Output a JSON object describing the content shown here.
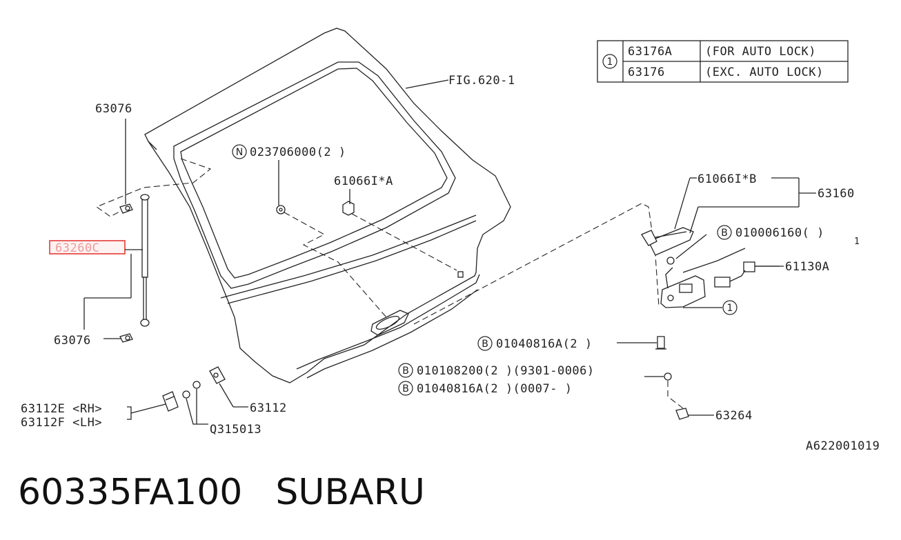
{
  "legend_table": {
    "ref_marker": "1",
    "rows": [
      {
        "part": "63176A",
        "desc": "(FOR AUTO LOCK)"
      },
      {
        "part": "63176",
        "desc": "(EXC. AUTO LOCK)"
      }
    ]
  },
  "labels": {
    "fig_ref": "FIG.620-1",
    "strut_top_fastener": "63076",
    "strut_highlight": "63260C",
    "strut_bottom_fastener": "63076",
    "nut_callout": {
      "marker": "N",
      "text": "023706000(2 )"
    },
    "clip_a": "61066I*A",
    "clip_b": "61066I*B",
    "handle_assy": "63160",
    "bolt_callout_1": {
      "marker": "B",
      "text": "010006160(    )",
      "suffix": "1"
    },
    "harness": "61130A",
    "latch_ref": "1",
    "bolt_callout_2": {
      "marker": "B",
      "text": "01040816A(2 )"
    },
    "bolt_callout_3": {
      "marker": "B",
      "text": "010108200(2 )(9301-0006)"
    },
    "bolt_callout_4": {
      "marker": "B",
      "text": "01040816A(2 )(0007-      )"
    },
    "striker": "63264",
    "hinge_rh": "63112E <RH>",
    "hinge_lh": "63112F <LH>",
    "hinge_bracket": "63112",
    "hinge_bolt": "Q315013",
    "diagram_id": "A622001019"
  },
  "footer": {
    "part_number": "60335FA100",
    "brand": "SUBARU"
  }
}
